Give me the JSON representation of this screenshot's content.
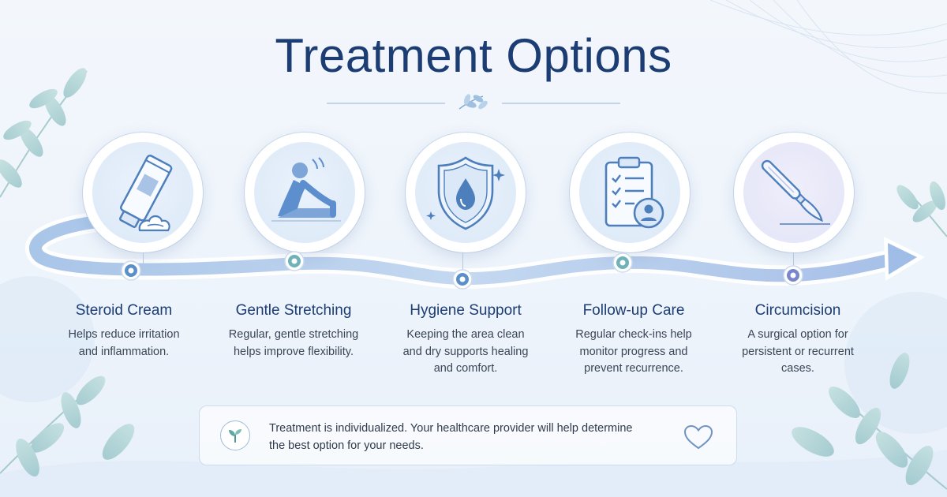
{
  "header": {
    "title": "Treatment Options"
  },
  "steps": [
    {
      "title": "Steroid Cream",
      "desc_1": "Helps reduce irritation",
      "desc_2": "and inflammation.",
      "desc_3": "",
      "icon": "cream-tube-icon",
      "dot_color": "#5b8fca"
    },
    {
      "title": "Gentle Stretching",
      "desc_1": "Regular, gentle stretching",
      "desc_2": "helps improve flexibility.",
      "desc_3": "",
      "icon": "stretching-person-icon",
      "dot_color": "#6fb3b8"
    },
    {
      "title": "Hygiene Support",
      "desc_1": "Keeping the area clean",
      "desc_2": "and dry supports healing",
      "desc_3": "and comfort.",
      "icon": "shield-droplet-icon",
      "dot_color": "#5b8fca"
    },
    {
      "title": "Follow-up Care",
      "desc_1": "Regular check-ins help",
      "desc_2": "monitor progress and",
      "desc_3": "prevent recurrence.",
      "icon": "clipboard-checklist-icon",
      "dot_color": "#6fb3b8"
    },
    {
      "title": "Circumcision",
      "desc_1": "A surgical option for",
      "desc_2": "persistent or recurrent",
      "desc_3": "cases.",
      "icon": "scalpel-icon",
      "dot_color": "#7a86cc"
    }
  ],
  "note": {
    "line_1": "Treatment is individualized. Your healthcare provider will help determine",
    "line_2": "the best option for your needs.",
    "leaf_icon": "sprout-icon",
    "heart_icon": "heart-outline-icon"
  },
  "colors": {
    "title": "#1c3d74",
    "path": "#b9d1ee",
    "accent": "#5b8fca"
  }
}
